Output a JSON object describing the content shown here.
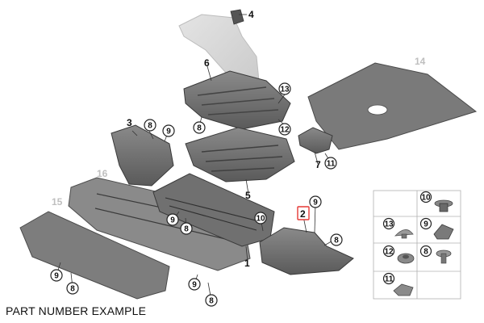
{
  "caption": "PART NUMBER EXAMPLE",
  "callouts": {
    "c4": "4",
    "c6": "6",
    "c14": "14",
    "c13a": "13",
    "c12a": "12",
    "c3": "3",
    "c8a": "8",
    "c9a": "9",
    "c8b": "8",
    "c7": "7",
    "c11a": "11",
    "c16": "16",
    "c5": "5",
    "c15": "15",
    "c9b": "9",
    "c8c": "8",
    "c10a": "10",
    "c9c": "9",
    "c2": "2",
    "c8d": "8",
    "c1": "1",
    "c9d": "9",
    "c8e": "8",
    "c9e": "9",
    "c8f": "8"
  },
  "fastener_grid": {
    "n10": "10",
    "n13": "13",
    "n9": "9",
    "n12": "12",
    "n8": "8",
    "n11": "11"
  },
  "colors": {
    "part_fill": "#6f6f6f",
    "part_dark": "#4a4a4a",
    "part_light": "#9a9a9a",
    "ghost_fill": "#d9d9d9",
    "highlight": "#e53935"
  }
}
